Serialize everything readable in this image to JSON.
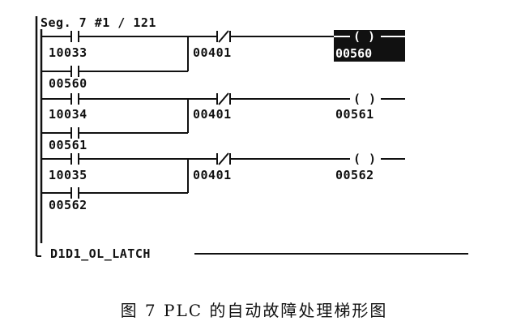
{
  "header": {
    "segment": "Seg. 7 #1 / 121"
  },
  "rungs": [
    {
      "contact": "10033",
      "seal": "00560",
      "nc_contact": "00401",
      "coil": "00560",
      "coil_symbol": "( )",
      "coil_selected": true
    },
    {
      "contact": "10034",
      "seal": "00561",
      "nc_contact": "00401",
      "coil": "00561",
      "coil_symbol": "( )",
      "coil_selected": false
    },
    {
      "contact": "10035",
      "seal": "00562",
      "nc_contact": "00401",
      "coil": "00562",
      "coil_symbol": "( )",
      "coil_selected": false
    }
  ],
  "footer": {
    "block_name": "D1D1_OL_LATCH"
  },
  "caption": "图 7   PLC 的自动故障处理梯形图"
}
